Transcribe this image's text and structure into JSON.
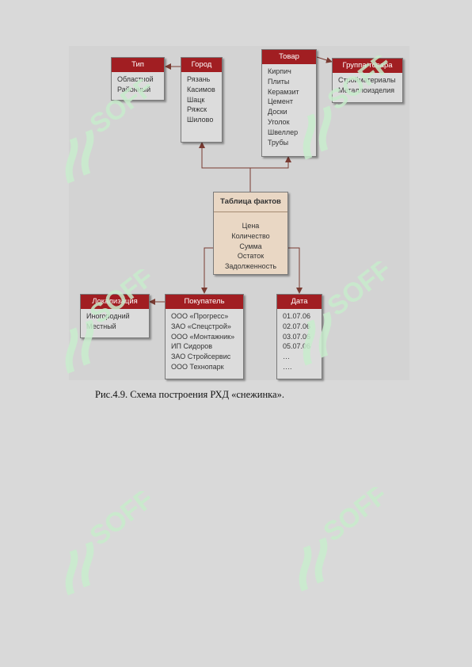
{
  "diagram": {
    "entities": {
      "tip": {
        "title": "Тип",
        "items": [
          "Областной",
          "Районный"
        ]
      },
      "gorod": {
        "title": "Город",
        "items": [
          "Рязань",
          "Касимов",
          "Шацк",
          "Ряжск",
          "Шилово"
        ]
      },
      "tovar": {
        "title": "Товар",
        "items": [
          "Кирпич",
          "Плиты",
          "Керамзит",
          "Цемент",
          "Доски",
          "Уголок",
          "Швеллер",
          "Трубы"
        ]
      },
      "gruppa": {
        "title": "Группа товара",
        "items": [
          "Стройматериалы",
          "Металлоизделия"
        ]
      },
      "lokal": {
        "title": "Локализация",
        "items": [
          "Иногородний",
          "Местный"
        ]
      },
      "pokup": {
        "title": "Покупатель",
        "items": [
          "ООО «Прогресс»",
          "ЗАО «Спецстрой»",
          "ООО «Монтажник»",
          "ИП Сидоров",
          "ЗАО Стройсервис",
          "ООО Технопарк"
        ]
      },
      "data": {
        "title": "Дата",
        "items": [
          "01.07.06",
          "02.07.06",
          "03.07.06",
          "05.07.06",
          "…",
          "…."
        ]
      }
    },
    "fact": {
      "title": "Таблица фактов",
      "items": [
        "Цена",
        "Количество",
        "Сумма",
        "Остаток",
        "Задолженность"
      ]
    },
    "line_color": "#7a3b32",
    "header_color": "#a11e22"
  },
  "caption": "Рис.4.9. Схема построения РХД «снежинка».",
  "watermark": {
    "text": "SOFF",
    "color": "#c8eccc"
  }
}
